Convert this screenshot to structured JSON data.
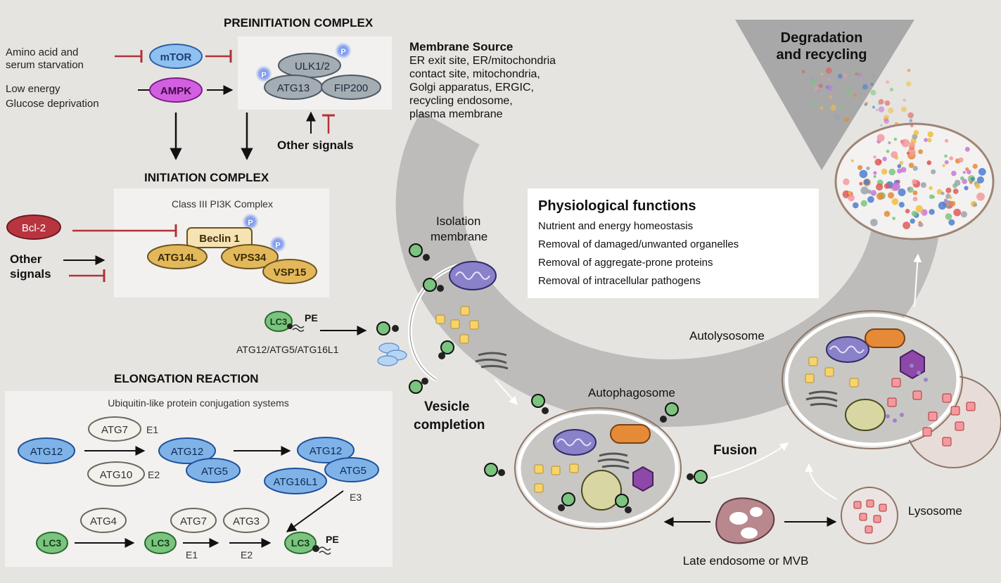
{
  "preinitiation": {
    "title": "PREINITIATION COMPLEX",
    "inputs": [
      "Amino acid and",
      "serum starvation",
      "Low energy",
      "Glucose deprivation"
    ],
    "mtor": "mTOR",
    "ampk": "AMPK",
    "ulk": "ULK1/2",
    "atg13": "ATG13",
    "fip200": "FIP200",
    "phospho": "P",
    "other_signals": "Other signals"
  },
  "membrane_source": {
    "title": "Membrane Source",
    "lines": [
      "ER exit site, ER/mitochondria",
      "contact site, mitochondria,",
      "Golgi apparatus, ERGIC,",
      "recycling endosome,",
      "plasma membrane"
    ]
  },
  "initiation": {
    "title": "INITIATION COMPLEX",
    "subtitle": "Class III PI3K Complex",
    "bcl2": "Bcl-2",
    "beclin": "Beclin 1",
    "atg14l": "ATG14L",
    "vps34": "VPS34",
    "vsp15": "VSP15",
    "other_signals": [
      "Other",
      "signals"
    ]
  },
  "lc3_pe": {
    "lc3": "LC3",
    "pe": "PE",
    "complex": "ATG12/ATG5/ATG16L1"
  },
  "elongation": {
    "title": "ELONGATION REACTION",
    "subtitle": "Ubiquitin-like protein conjugation systems",
    "atg12": "ATG12",
    "atg7": "ATG7",
    "e1": "E1",
    "atg10": "ATG10",
    "e2": "E2",
    "atg5": "ATG5",
    "atg16l1": "ATG16L1",
    "e3": "E3",
    "atg4": "ATG4",
    "atg3": "ATG3",
    "lc3": "LC3",
    "pe": "PE"
  },
  "cycle": {
    "isolation": [
      "Isolation",
      "membrane"
    ],
    "vesicle": [
      "Vesicle",
      "completion"
    ],
    "autophagosome": "Autophagosome",
    "fusion": "Fusion",
    "autolysosome": "Autolysosome",
    "lysosome": "Lysosome",
    "late_endosome": "Late endosome or MVB",
    "degradation": [
      "Degradation",
      "and recycling"
    ]
  },
  "physiological": {
    "title": "Physiological functions",
    "items": [
      "Nutrient and energy homeostasis",
      "Removal of damaged/unwanted organelles",
      "Removal of aggregate-prone proteins",
      "Removal of intracellular pathogens"
    ]
  },
  "colors": {
    "background": "#e6e4e0",
    "panel": "#f1f0ee",
    "blue_protein": "#7fb3e8",
    "gray_protein": "#9aa3ab",
    "yellow_protein": "#e3b85a",
    "green_lc3": "#7bc47f",
    "red_inhibit": "#b0323a",
    "purple_ampk": "#cc55dd",
    "arrow_gray": "#b9b9b9"
  }
}
